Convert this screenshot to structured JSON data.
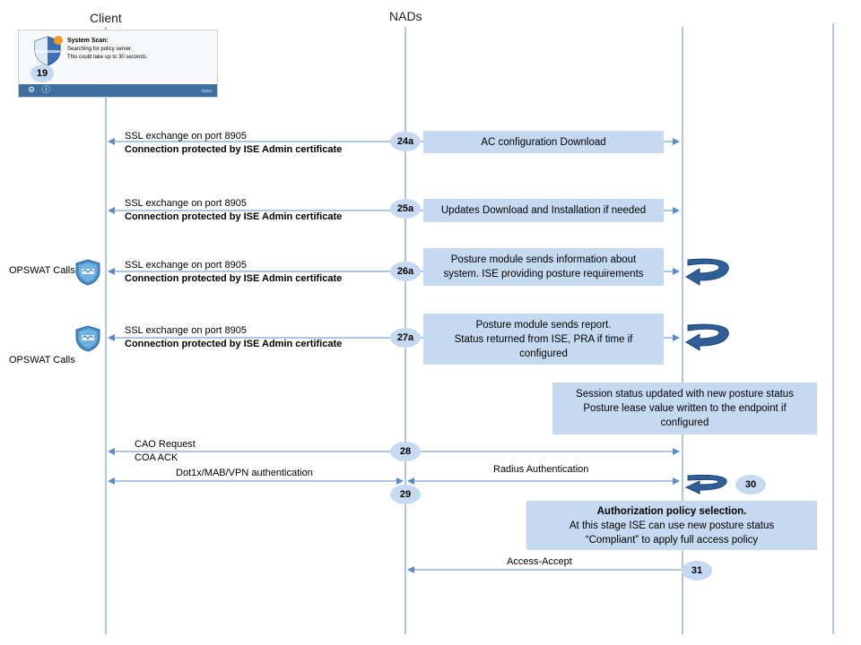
{
  "headers": {
    "client": "Client",
    "nads": "NADs"
  },
  "popup": {
    "title": "System Scan:",
    "line1": "Searching for policy server.",
    "line2": "This could take up to 30 seconds.",
    "badge": "19",
    "brand": "cisco"
  },
  "opswat_label": "OPSWAT Calls",
  "steps": [
    {
      "id": "24a",
      "left_line1": "SSL exchange on port 8905",
      "left_line2": "Connection  protected by ISE Admin certificate",
      "box_lines": [
        "AC configuration Download"
      ]
    },
    {
      "id": "25a",
      "left_line1": "SSL exchange on port 8905",
      "left_line2": "Connection  protected by ISE Admin certificate",
      "box_lines": [
        "Updates Download and Installation if needed"
      ]
    },
    {
      "id": "26a",
      "left_line1": "SSL exchange on port 8905",
      "left_line2": "Connection  protected by ISE Admin certificate",
      "box_lines": [
        "Posture module sends information about",
        "system. ISE providing posture requirements"
      ]
    },
    {
      "id": "27a",
      "left_line1": "SSL exchange on port 8905",
      "left_line2": "Connection  protected by ISE Admin certificate",
      "box_lines": [
        "Posture module sends report.",
        "Status returned from ISE, PRA if time if",
        "configured"
      ]
    }
  ],
  "session_box": [
    "Session status updated with new posture status",
    "Posture lease value written to the endpoint if",
    "configured"
  ],
  "step28": {
    "id": "28",
    "label1": "CAO Request",
    "label2": "COA ACK"
  },
  "step29": {
    "id": "29",
    "left_label": "Dot1x/MAB/VPN  authentication",
    "right_label": "Radius Authentication"
  },
  "step30": {
    "id": "30"
  },
  "authz_box": [
    "Authorization  policy selection.",
    "At this stage ISE can use new posture status",
    "“Compliant” to apply full access policy"
  ],
  "step31": {
    "id": "31",
    "label": "Access-Accept"
  },
  "colors": {
    "line": "#5b8cc6",
    "box": "#c5d9f1",
    "loop": "#2f5f98"
  }
}
